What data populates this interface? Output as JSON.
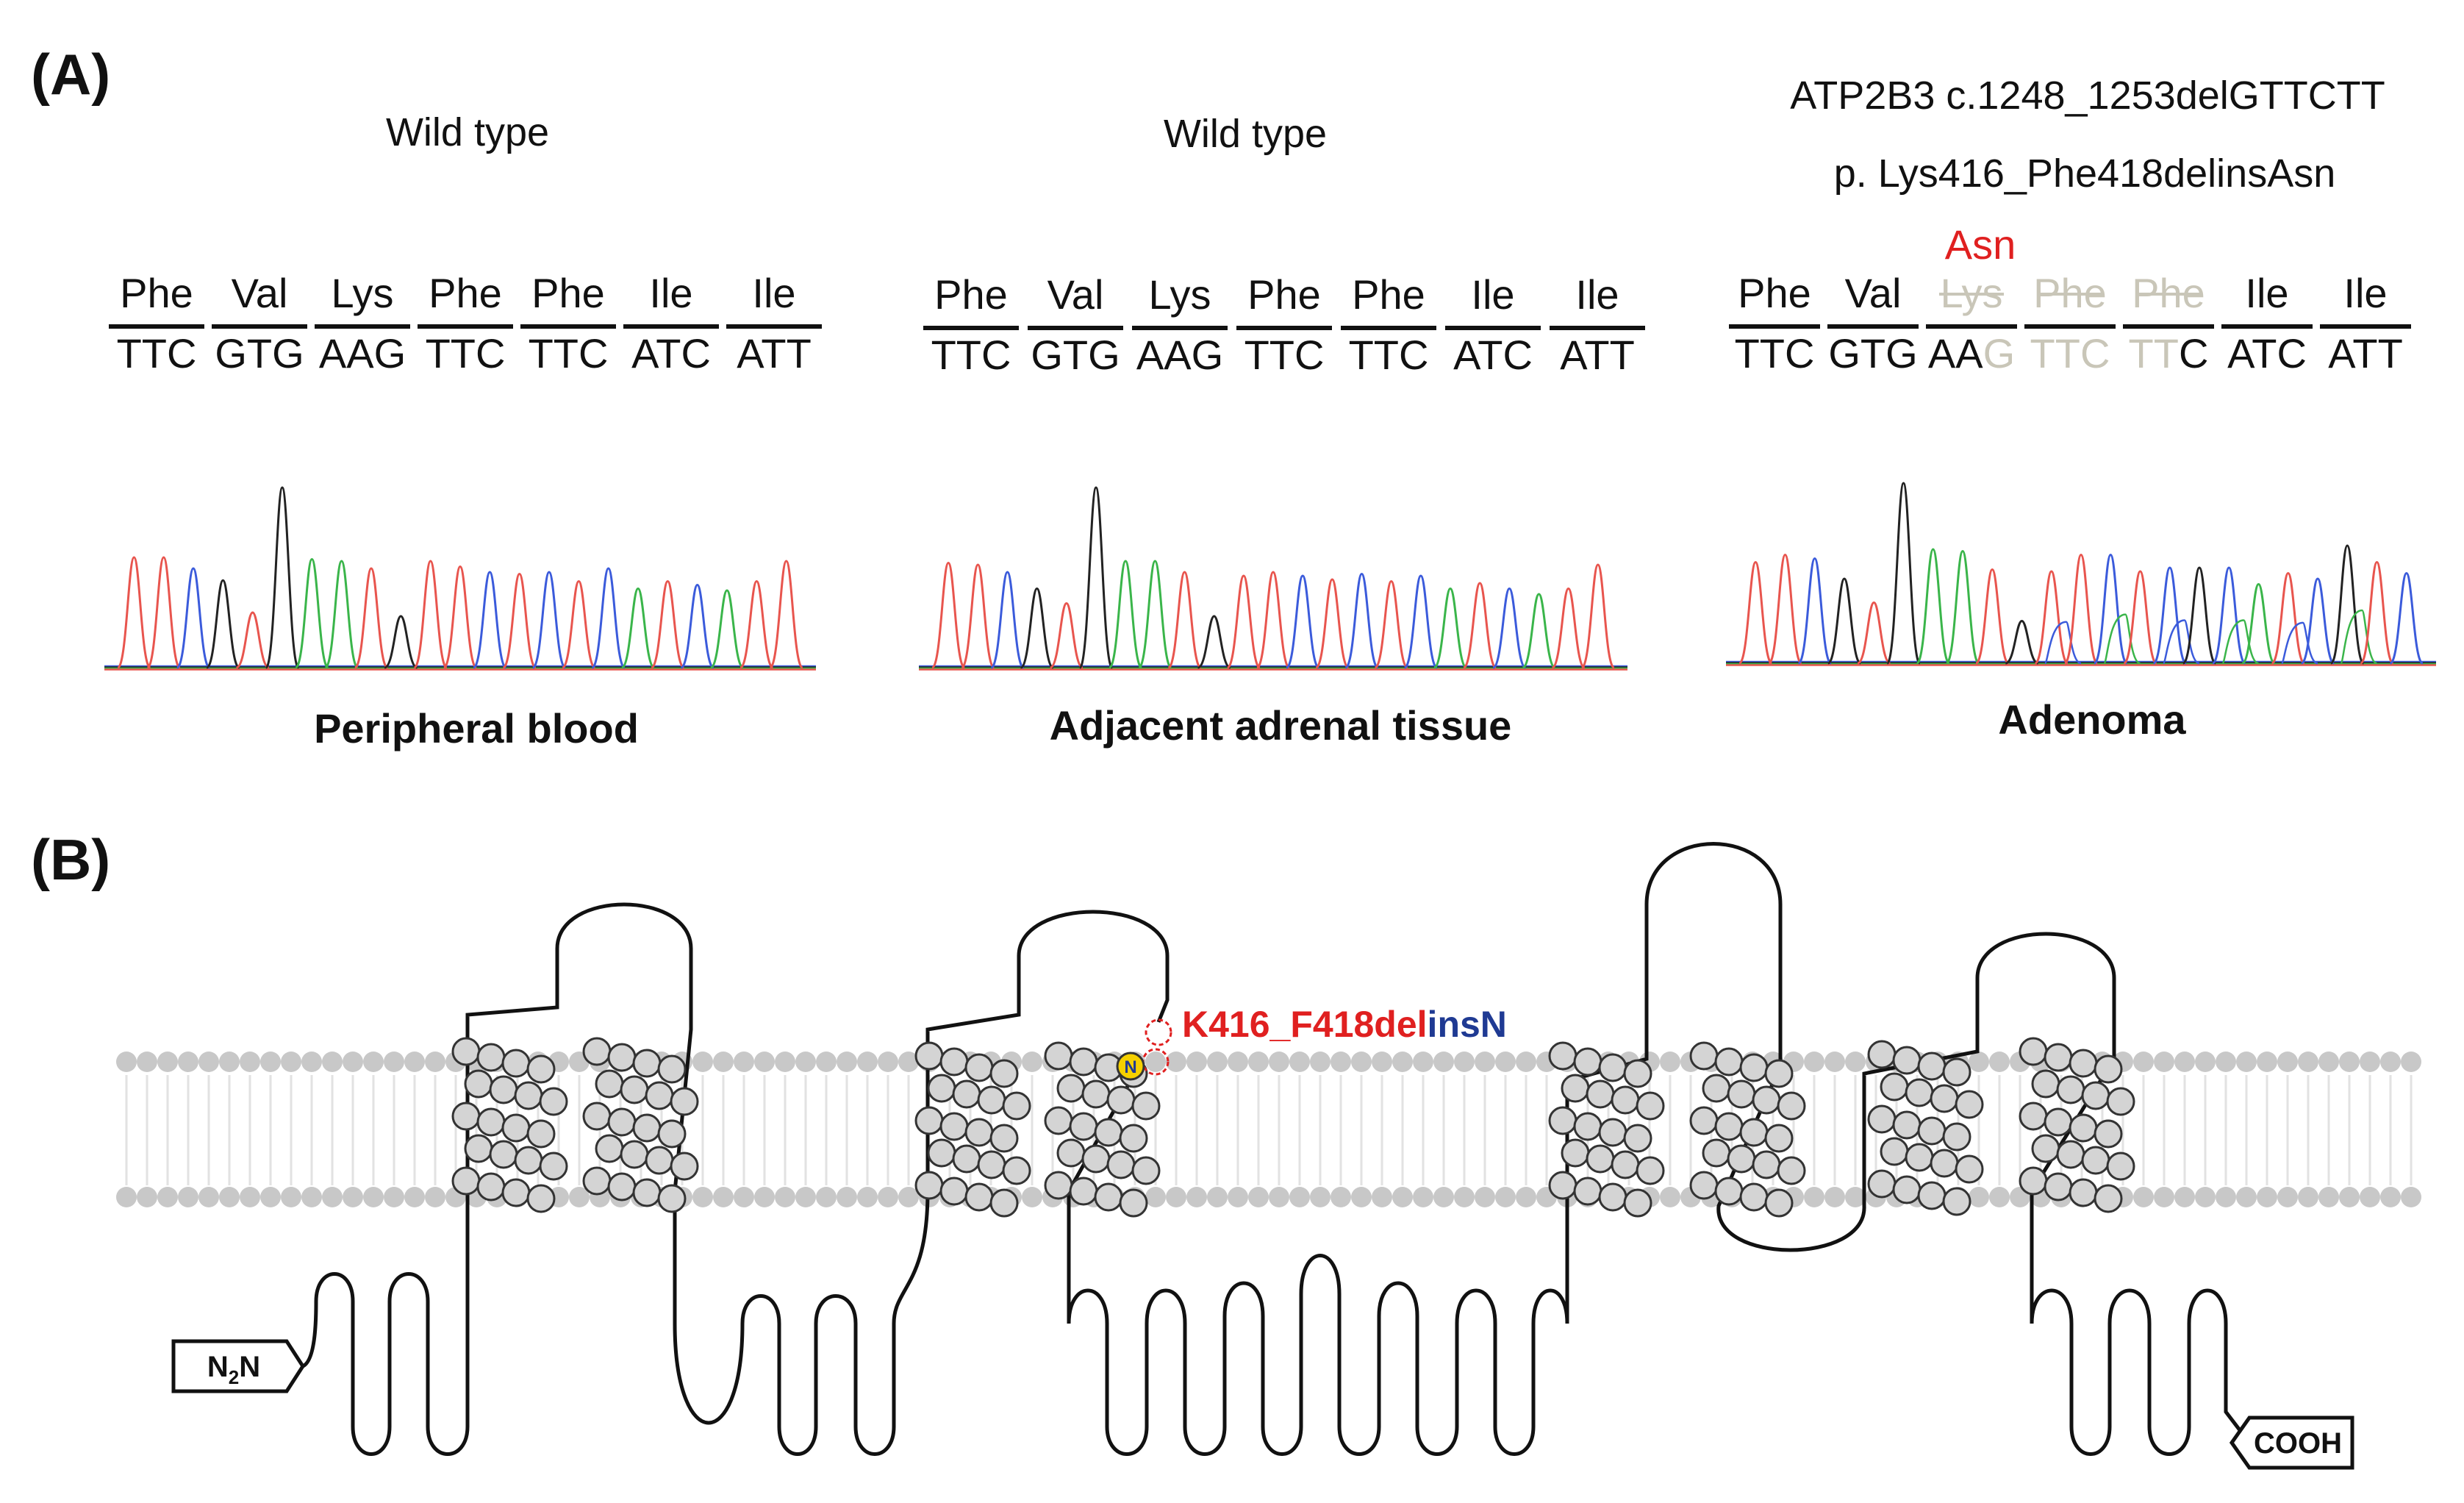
{
  "panel_a": {
    "label": "(A)",
    "samples": [
      {
        "header": [
          "Wild type"
        ],
        "insertion": "",
        "amino_acids": [
          "Phe",
          "Val",
          "Lys",
          "Phe",
          "Phe",
          "Ile",
          "Ile"
        ],
        "codons": [
          "TTC",
          "GTG",
          "AAG",
          "TTC",
          "TTC",
          "ATC",
          "ATT"
        ],
        "name": "Peripheral blood"
      },
      {
        "header": [
          "Wild type"
        ],
        "insertion": "",
        "amino_acids": [
          "Phe",
          "Val",
          "Lys",
          "Phe",
          "Phe",
          "Ile",
          "Ile"
        ],
        "codons": [
          "TTC",
          "GTG",
          "AAG",
          "TTC",
          "TTC",
          "ATC",
          "ATT"
        ],
        "name": "Adjacent adrenal tissue"
      },
      {
        "header": [
          "ATP2B3 c.1248_1253delGTTCTT",
          "p. Lys416_Phe418delinsAsn"
        ],
        "insertion": "Asn",
        "amino_acids": [
          "Phe",
          "Val",
          "Lys",
          "Phe",
          "Phe",
          "Ile",
          "Ile"
        ],
        "codons": [
          "TTC",
          "GTG",
          "AAG",
          "TTC",
          "TTC",
          "ATC",
          "ATT"
        ],
        "name": "Adenoma"
      }
    ],
    "trace_colors": {
      "A": "#3ab54a",
      "C": "#3b5bdb",
      "G": "#222222",
      "T": "#e8554e"
    }
  },
  "panel_b": {
    "label": "(B)",
    "mutation_del": "K416_F418del",
    "mutation_ins": "insN",
    "mutation_del_color": "#e02020",
    "mutation_ins_color": "#1f3a93",
    "marker_letter": "N",
    "n_terminus": "N2N",
    "c_terminus": "COOH"
  }
}
